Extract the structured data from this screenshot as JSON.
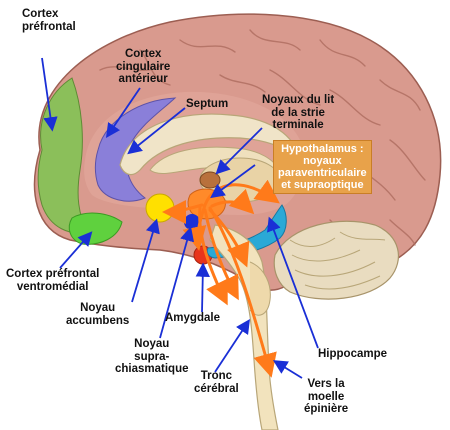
{
  "labels": {
    "cortex_prefrontal": [
      "Cortex",
      "préfrontal"
    ],
    "cortex_cingulaire": [
      "Cortex",
      "cingulaire",
      "antérieur"
    ],
    "septum": [
      "Septum"
    ],
    "noyaux_lit_strie": [
      "Noyaux du lit",
      "de la strie",
      "terminale"
    ],
    "hypothalamus": [
      "Hypothalamus :",
      "noyaux",
      "paraventriculaire",
      "et supraoptique"
    ],
    "cortex_ventromedial": [
      "Cortex préfrontal",
      "ventromédial"
    ],
    "noyau_accumbens": [
      "Noyau",
      "accumbens"
    ],
    "amygdale": [
      "Amygdale"
    ],
    "noyau_suprachiasmatique": [
      "Noyau",
      "supra-",
      "chiasmatique"
    ],
    "hippocampe": [
      "Hippocampe"
    ],
    "tronc_cerebral": [
      "Tronc",
      "cérébral"
    ],
    "vers_moelle": [
      "Vers la",
      "moelle",
      "épinière"
    ]
  },
  "colors": {
    "cortex": "#d99a8e",
    "prefrontal": "#8bbf5a",
    "ventromedial": "#5fd13e",
    "cingulate": "#8a7fd9",
    "septum": "#f0e4c8",
    "accumbens": "#ffe000",
    "hypothalamus_box": "#e8a24a",
    "amygdala": "#e8341c",
    "suprachiasmatic": "#1a2fd6",
    "hippocampus": "#2aa9d6",
    "arrows_blue": "#1a2fd6",
    "arrows_orange": "#ff7a1a",
    "brainstem": "#f2e3bd"
  }
}
